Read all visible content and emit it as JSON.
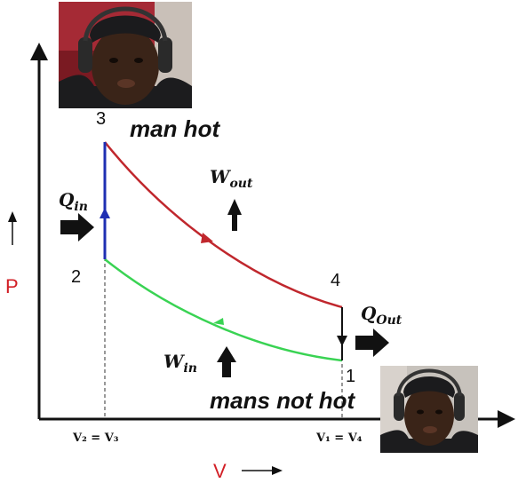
{
  "diagram": {
    "states": {
      "s1": "1",
      "s2": "2",
      "s3": "3",
      "s4": "4"
    },
    "heat_in": {
      "q": "Q",
      "sub": "in"
    },
    "heat_out": {
      "q": "Q",
      "sub": "Out"
    },
    "work_out": {
      "w": "W",
      "sub": "out"
    },
    "work_in": {
      "w": "W",
      "sub": "in"
    },
    "caption_hot": "man hot",
    "caption_not_hot": "mans not hot",
    "tick_left": "V₂ = V₃",
    "tick_right": "V₁ = V₄",
    "axis_x": "V",
    "axis_y": "P",
    "colors": {
      "expansion": "#c0272d",
      "compression": "#39d353",
      "heat_add": "#1f2fb3",
      "axis_label": "#d21f26"
    },
    "portraits": [
      "man-portrait-top",
      "man-portrait-bottom"
    ]
  }
}
